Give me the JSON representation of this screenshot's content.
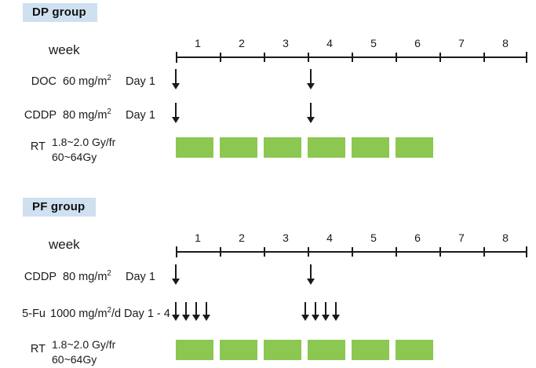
{
  "figure": {
    "type": "treatment-schedule-diagram",
    "accent_green": "#8cc751",
    "badge_background": "#cfe0f0",
    "line_color": "#1a1a1a"
  },
  "week_axis": {
    "label": "week",
    "ticks": [
      "1",
      "2",
      "3",
      "4",
      "5",
      "6",
      "7",
      "8"
    ],
    "segments": 8
  },
  "groups": [
    {
      "id": "dp",
      "badge": "DP group",
      "week_label": "week",
      "rows": [
        {
          "id": "doc",
          "name": "DOC",
          "dose_main": "60 mg/m",
          "dose_sup": "2",
          "dose_tail": "",
          "day": "Day 1",
          "marker": "arrow",
          "arrow_weeks": [
            1,
            4
          ],
          "arrows_per_group": 1
        },
        {
          "id": "cddp",
          "name": "CDDP",
          "dose_main": "80 mg/m",
          "dose_sup": "2",
          "dose_tail": "",
          "day": "Day 1",
          "marker": "arrow",
          "arrow_weeks": [
            1,
            4
          ],
          "arrows_per_group": 1
        },
        {
          "id": "rt",
          "name": "RT",
          "dose_line1": "1.8~2.0 Gy/fr",
          "dose_line2": "60~64Gy",
          "day": "",
          "marker": "bars",
          "bar_weeks": [
            1,
            2,
            3,
            4,
            5,
            6
          ]
        }
      ]
    },
    {
      "id": "pf",
      "badge": "PF group",
      "week_label": "week",
      "rows": [
        {
          "id": "cddp",
          "name": "CDDP",
          "dose_main": "80 mg/m",
          "dose_sup": "2",
          "dose_tail": "",
          "day": "Day 1",
          "marker": "arrow",
          "arrow_weeks": [
            1,
            4
          ],
          "arrows_per_group": 1
        },
        {
          "id": "5fu",
          "name": "5-Fu",
          "dose_main": "1000 mg/m",
          "dose_sup": "2",
          "dose_tail": "/d",
          "day": "Day 1 - 4",
          "marker": "arrow",
          "arrow_weeks": [
            1,
            4
          ],
          "arrows_per_group": 4
        },
        {
          "id": "rt",
          "name": "RT",
          "dose_line1": "1.8~2.0 Gy/fr",
          "dose_line2": "60~64Gy",
          "day": "",
          "marker": "bars",
          "bar_weeks": [
            1,
            2,
            3,
            4,
            5,
            6
          ]
        }
      ]
    }
  ]
}
